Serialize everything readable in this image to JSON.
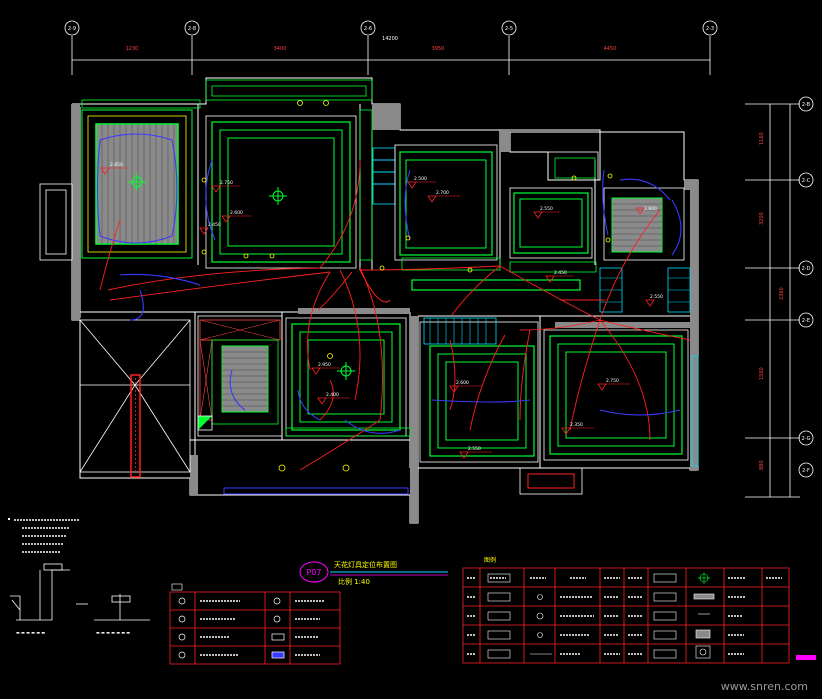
{
  "axes_top": [
    "2-9",
    "2-8",
    "2-6",
    "2-5",
    "2-3"
  ],
  "axes_right": [
    "2-B",
    "2-C",
    "2-D",
    "2-E",
    "2-G",
    "2-F"
  ],
  "dims_top": [
    "1230",
    "3400",
    "3950",
    "4450"
  ],
  "dims_right": [
    "1160",
    "3200",
    "2360",
    "1560",
    "880"
  ],
  "dims_total_top": "14200",
  "drawing": {
    "number": "P07",
    "title": "天花灯具定位布置图",
    "scale": "比例 1:40"
  },
  "legend_heading": "图例",
  "watermark": "www.snren.com",
  "room_heights": [
    "2.650",
    "2.750",
    "2.600",
    "2.450",
    "2.500",
    "2.700",
    "2.550",
    "2.800",
    "2.550",
    "2.950",
    "2.400",
    "2.600",
    "2.750",
    "2.350",
    "2.550",
    "2.450"
  ],
  "colors": {
    "background": "#000000",
    "walls": "#ffffff",
    "ceiling": "#00ff33",
    "wiring_red": "#ff2020",
    "wiring_blue": "#3a3aff",
    "grey_fill": "#8a8a8a",
    "cyan": "#00e0ff",
    "magenta": "#ff00ff",
    "yellow": "#ffff00",
    "dim_lines": "#ffffff"
  }
}
